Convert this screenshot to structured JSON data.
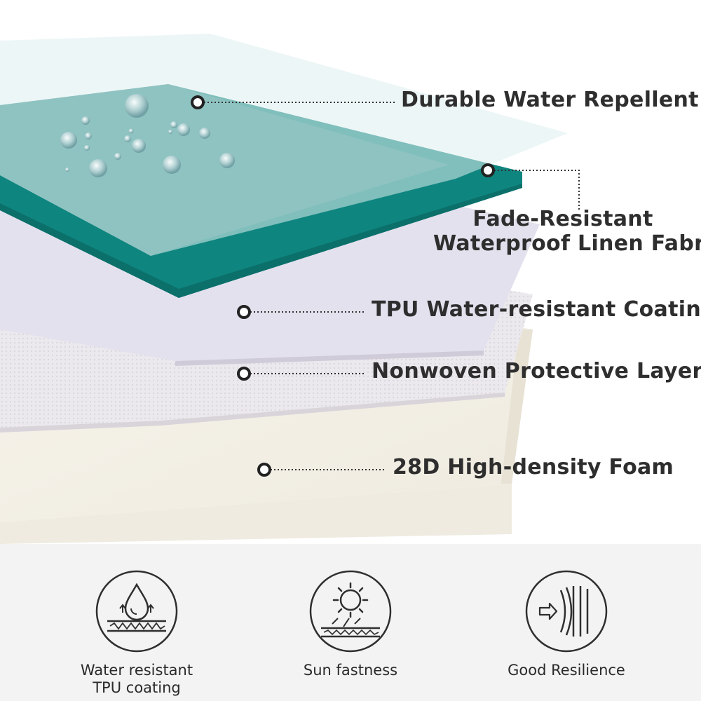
{
  "colors": {
    "teal": "#0f857f",
    "teal_light": "#8fc3c2",
    "text": "#2e2e2e",
    "footer_bg": "#f3f3f3"
  },
  "layers": [
    {
      "name": "top-film",
      "label": "Durable Water Repellent"
    },
    {
      "name": "fabric",
      "label_lines": [
        "Fade-Resistant",
        "Waterproof Linen Fabric"
      ]
    },
    {
      "name": "tpu",
      "label": "TPU Water-resistant Coating"
    },
    {
      "name": "nonwoven",
      "label": "Nonwoven Protective Layer"
    },
    {
      "name": "foam",
      "label": "28D High-density Foam"
    }
  ],
  "features": [
    {
      "icon": "water-drop-icon",
      "caption_lines": [
        "Water resistant",
        "TPU coating"
      ]
    },
    {
      "icon": "sun-icon",
      "caption_lines": [
        "Sun fastness"
      ]
    },
    {
      "icon": "resilience-icon",
      "caption_lines": [
        "Good Resilience"
      ]
    }
  ]
}
